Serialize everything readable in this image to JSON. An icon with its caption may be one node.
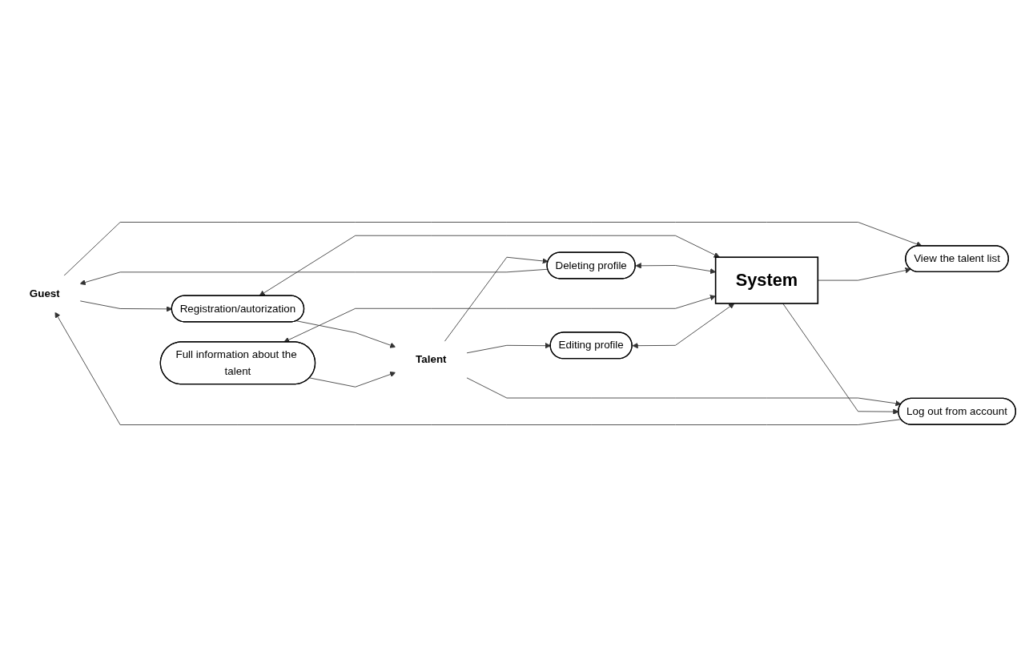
{
  "diagram": {
    "nodes": [
      {
        "text": [
          "Guest"
        ]
      },
      {
        "text": [
          "Talent"
        ]
      },
      {
        "text": [
          "View the talent list"
        ]
      },
      {
        "text": [
          "Registration/autorization"
        ]
      },
      {
        "text": [
          "Log out from account"
        ]
      },
      {
        "text": [
          "Deleting profile"
        ]
      },
      {
        "text": [
          "Full information about the talent"
        ]
      },
      {
        "text": [
          "Editing profile"
        ]
      },
      {
        "text": [
          "System"
        ]
      }
    ],
    "edges": [
      {
        "from": 0,
        "to": 2,
        "arrow": "to"
      },
      {
        "from": 0,
        "to": 3,
        "arrow": "to"
      },
      {
        "from": 4,
        "to": 0,
        "arrow": "to"
      },
      {
        "from": 5,
        "to": 0,
        "arrow": "to"
      },
      {
        "from": 3,
        "to": 1,
        "arrow": "to"
      },
      {
        "from": 1,
        "to": 4,
        "arrow": "to"
      },
      {
        "from": 1,
        "to": 5,
        "arrow": "to"
      },
      {
        "from": 6,
        "to": 1,
        "arrow": "to"
      },
      {
        "from": 1,
        "to": 7,
        "arrow": "to"
      },
      {
        "from": 8,
        "to": 2,
        "arrow": "to"
      },
      {
        "from": 3,
        "to": 8,
        "arrow": "both"
      },
      {
        "from": 8,
        "to": 4,
        "arrow": "to"
      },
      {
        "from": 5,
        "to": 8,
        "arrow": "both"
      },
      {
        "from": 6,
        "to": 8,
        "arrow": "both"
      },
      {
        "from": 7,
        "to": 8,
        "arrow": "both"
      }
    ]
  }
}
